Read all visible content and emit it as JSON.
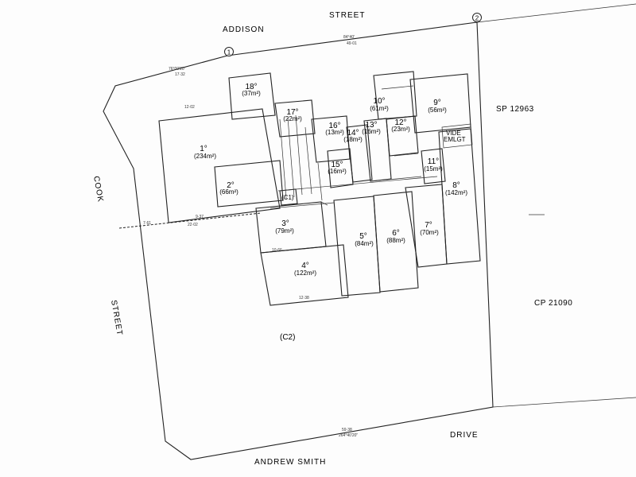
{
  "streets": {
    "addison": "ADDISON",
    "addison_street": "STREET",
    "cook": "COOK",
    "cook_street": "STREET",
    "andrew_smith": "ANDREW SMITH",
    "drive": "DRIVE"
  },
  "references": {
    "sp": "SP 12963",
    "cp": "CP 21090",
    "common_property": "(C2)",
    "common_small": "(C1)",
    "vide_1": "VIDE",
    "vide_2": "EMLGT"
  },
  "markers": [
    "1",
    "2"
  ],
  "lots": [
    {
      "id": "lot-1",
      "label": "1°",
      "area": "(234m²)"
    },
    {
      "id": "lot-2",
      "label": "2°",
      "area": "(66m²)"
    },
    {
      "id": "lot-3",
      "label": "3°",
      "area": "(79m²)"
    },
    {
      "id": "lot-4",
      "label": "4°",
      "area": "(122m²)"
    },
    {
      "id": "lot-5",
      "label": "5°",
      "area": "(84m²)"
    },
    {
      "id": "lot-6",
      "label": "6°",
      "area": "(88m²)"
    },
    {
      "id": "lot-7",
      "label": "7°",
      "area": "(70m²)"
    },
    {
      "id": "lot-8",
      "label": "8°",
      "area": "(142m²)"
    },
    {
      "id": "lot-9",
      "label": "9°",
      "area": "(56m²)"
    },
    {
      "id": "lot-10",
      "label": "10°",
      "area": "(61m²)"
    },
    {
      "id": "lot-11",
      "label": "11°",
      "area": "(15m²)"
    },
    {
      "id": "lot-12",
      "label": "12°",
      "area": "(23m²)"
    },
    {
      "id": "lot-13",
      "label": "13°",
      "area": "(16m²)"
    },
    {
      "id": "lot-14",
      "label": "14°",
      "area": "(18m²)"
    },
    {
      "id": "lot-15",
      "label": "15°",
      "area": "(16m²)"
    },
    {
      "id": "lot-16",
      "label": "16°",
      "area": "(13m²)"
    },
    {
      "id": "lot-17",
      "label": "17°",
      "area": "(22m²)"
    },
    {
      "id": "lot-18",
      "label": "18°",
      "area": "(37m²)"
    }
  ],
  "dimensions": {
    "addison_bearing": "84°40'",
    "addison_length": "49·01",
    "corner_bearing": "76°00'20\"",
    "corner_length": "17·32",
    "drive_bearing": "264°40'20\"",
    "drive_length": "59·38",
    "lot1_north": "12·02",
    "d_937": "9·37",
    "d_2202": "22·02",
    "d_761": "7·61",
    "d_1238": "12·38",
    "d_1066": "10·66"
  }
}
